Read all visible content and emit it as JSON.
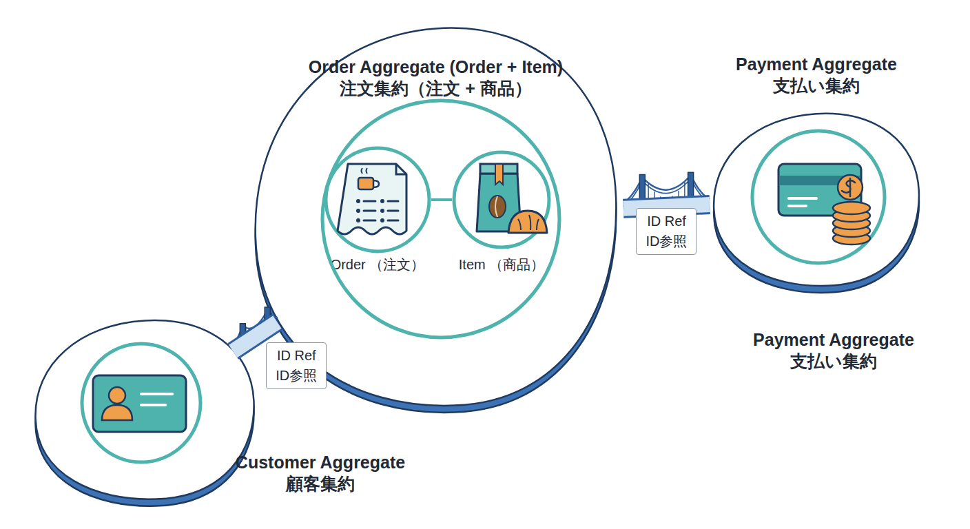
{
  "diagram": {
    "nodes": [
      {
        "text": [
          "Order Aggregate (Order + Item) 注文集約（注文 + 商品）"
        ]
      },
      {
        "text": [
          "Order （注文）"
        ],
        "in": 0
      },
      {
        "text": [
          "Item （商品）"
        ],
        "in": 0
      },
      {
        "text": [
          "Payment Aggregate 支払い集約",
          "Payment Aggregate 支払い集約"
        ]
      },
      {
        "text": [
          "Customer Aggregate 顧客集約"
        ]
      }
    ],
    "edges": [
      {
        "from": 4,
        "to": 0,
        "arrow": "none",
        "label": "ID Ref ID参照"
      },
      {
        "from": 0,
        "to": 3,
        "arrow": "none",
        "label": "ID Ref ID参照"
      }
    ]
  }
}
